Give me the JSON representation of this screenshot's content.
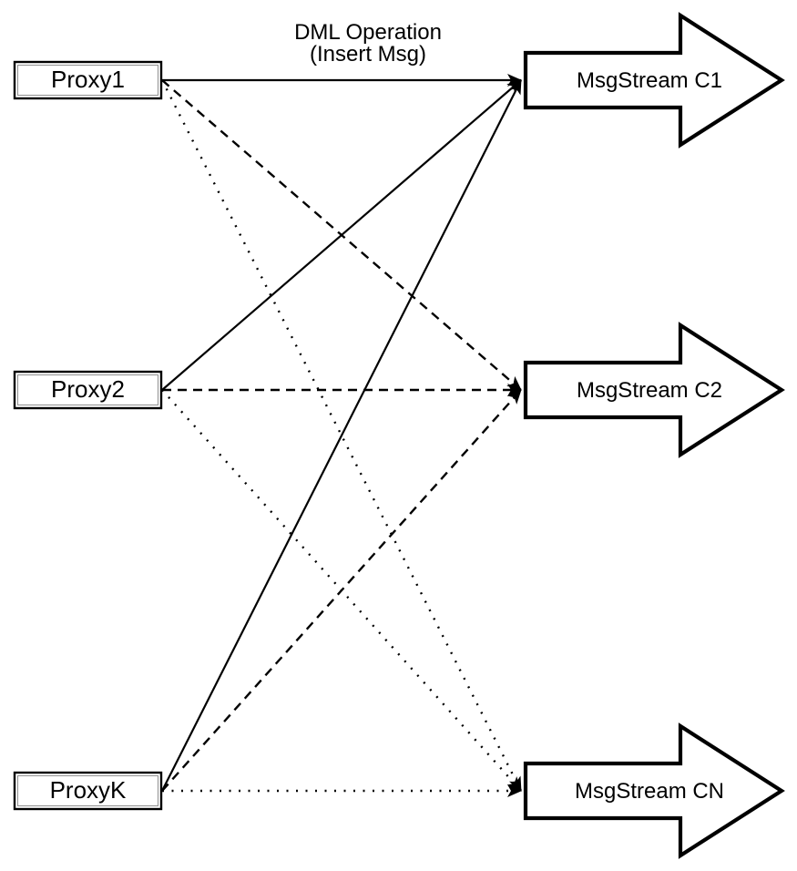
{
  "diagram": {
    "annotation": {
      "line1": "DML Operation",
      "line2": "(Insert Msg)"
    },
    "proxies": [
      {
        "id": "proxy1",
        "label": "Proxy1"
      },
      {
        "id": "proxy2",
        "label": "Proxy2"
      },
      {
        "id": "proxyk",
        "label": "ProxyK"
      }
    ],
    "streams": [
      {
        "id": "c1",
        "label": "MsgStream C1"
      },
      {
        "id": "c2",
        "label": "MsgStream C2"
      },
      {
        "id": "cn",
        "label": "MsgStream CN"
      }
    ],
    "edges": [
      {
        "from": "proxy1",
        "to": "c1",
        "style": "solid"
      },
      {
        "from": "proxy1",
        "to": "c2",
        "style": "dashed"
      },
      {
        "from": "proxy1",
        "to": "cn",
        "style": "dotted"
      },
      {
        "from": "proxy2",
        "to": "c1",
        "style": "solid"
      },
      {
        "from": "proxy2",
        "to": "c2",
        "style": "dashed"
      },
      {
        "from": "proxy2",
        "to": "cn",
        "style": "dotted"
      },
      {
        "from": "proxyk",
        "to": "c1",
        "style": "solid"
      },
      {
        "from": "proxyk",
        "to": "c2",
        "style": "dashed"
      },
      {
        "from": "proxyk",
        "to": "cn",
        "style": "dotted"
      }
    ],
    "colors": {
      "stroke": "#000000",
      "fill": "#ffffff",
      "inner_border": "#8f8f8f"
    }
  }
}
